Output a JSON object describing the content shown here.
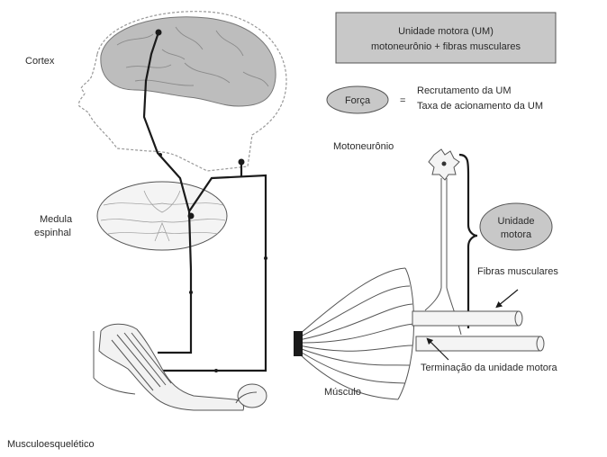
{
  "labels": {
    "cortex": "Cortex",
    "medula_line1": "Medula",
    "medula_line2": "espinhal",
    "musculoesqueletico": "Musculoesquelético",
    "motoneuronio": "Motoneurônio",
    "musculo": "Músculo",
    "fibras": "Fibras musculares",
    "terminacao": "Terminação da unidade motora"
  },
  "um_box": {
    "line1": "Unidade motora (UM)",
    "line2": "motoneurônio + fibras musculares"
  },
  "forca": {
    "label": "Força",
    "equals": "=",
    "item1": "Recrutamento da UM",
    "item2": "Taxa de acionamento da UM"
  },
  "unidade_motora_ellipse": {
    "line1": "Unidade",
    "line2": "motora"
  },
  "colors": {
    "box_fill": "#c8c8c8",
    "brain_fill": "#bdbdbd",
    "line": "#1a1a1a"
  }
}
